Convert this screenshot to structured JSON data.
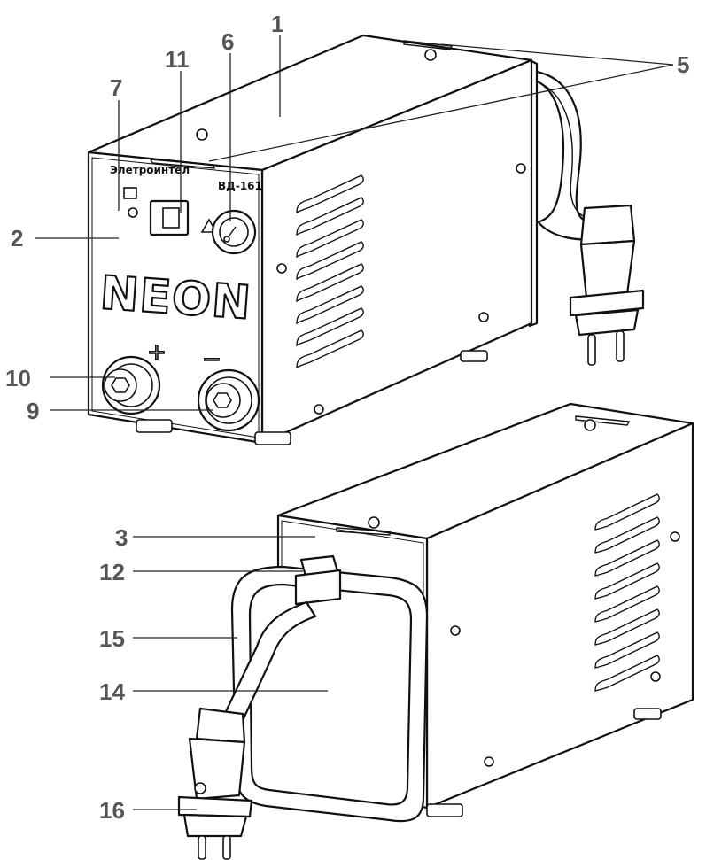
{
  "callouts": [
    {
      "id": "1",
      "label": "1"
    },
    {
      "id": "2",
      "label": "2"
    },
    {
      "id": "3",
      "label": "3"
    },
    {
      "id": "5",
      "label": "5"
    },
    {
      "id": "6",
      "label": "6"
    },
    {
      "id": "7",
      "label": "7"
    },
    {
      "id": "9",
      "label": "9"
    },
    {
      "id": "10",
      "label": "10"
    },
    {
      "id": "11",
      "label": "11"
    },
    {
      "id": "12",
      "label": "12"
    },
    {
      "id": "14",
      "label": "14"
    },
    {
      "id": "15",
      "label": "15"
    },
    {
      "id": "16",
      "label": "16"
    }
  ],
  "front_panel": {
    "brand": "Элетроинтел",
    "model": "ВД-161",
    "logo": "NEON",
    "plus_sign": "+",
    "minus_sign": "−"
  }
}
